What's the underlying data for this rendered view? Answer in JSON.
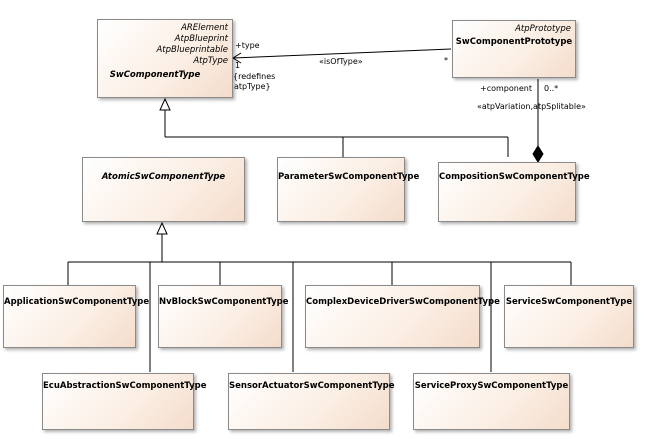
{
  "classes": {
    "swComponentType": {
      "name": "SwComponentType",
      "stereotypes": [
        "ARElement",
        "AtpBlueprint",
        "AtpBlueprintable",
        "AtpType"
      ]
    },
    "swComponentPrototype": {
      "name": "SwComponentPrototype",
      "stereotypes": [
        "AtpPrototype"
      ]
    },
    "atomicSwComponentType": {
      "name": "AtomicSwComponentType"
    },
    "parameterSwComponentType": {
      "name": "ParameterSwComponentType"
    },
    "compositionSwComponentType": {
      "name": "CompositionSwComponentType"
    },
    "applicationSwComponentType": {
      "name": "ApplicationSwComponentType"
    },
    "nvBlockSwComponentType": {
      "name": "NvBlockSwComponentType"
    },
    "complexDeviceDriverSwComponentType": {
      "name": "ComplexDeviceDriverSwComponentType"
    },
    "serviceSwComponentType": {
      "name": "ServiceSwComponentType"
    },
    "ecuAbstractionSwComponentType": {
      "name": "EcuAbstractionSwComponentType"
    },
    "sensorActuatorSwComponentType": {
      "name": "SensorActuatorSwComponentType"
    },
    "serviceProxySwComponentType": {
      "name": "ServiceProxySwComponentType"
    }
  },
  "associations": {
    "type_role": "+type",
    "type_multiplicity": "1",
    "type_constraint": [
      "{redefines",
      "atpType}"
    ],
    "is_of_type": "«isOfType»",
    "prototype_multiplicity": "*",
    "component_role": "+component",
    "component_multiplicity": "0..*",
    "component_stereotype": "«atpVariation,atpSplitable»"
  }
}
